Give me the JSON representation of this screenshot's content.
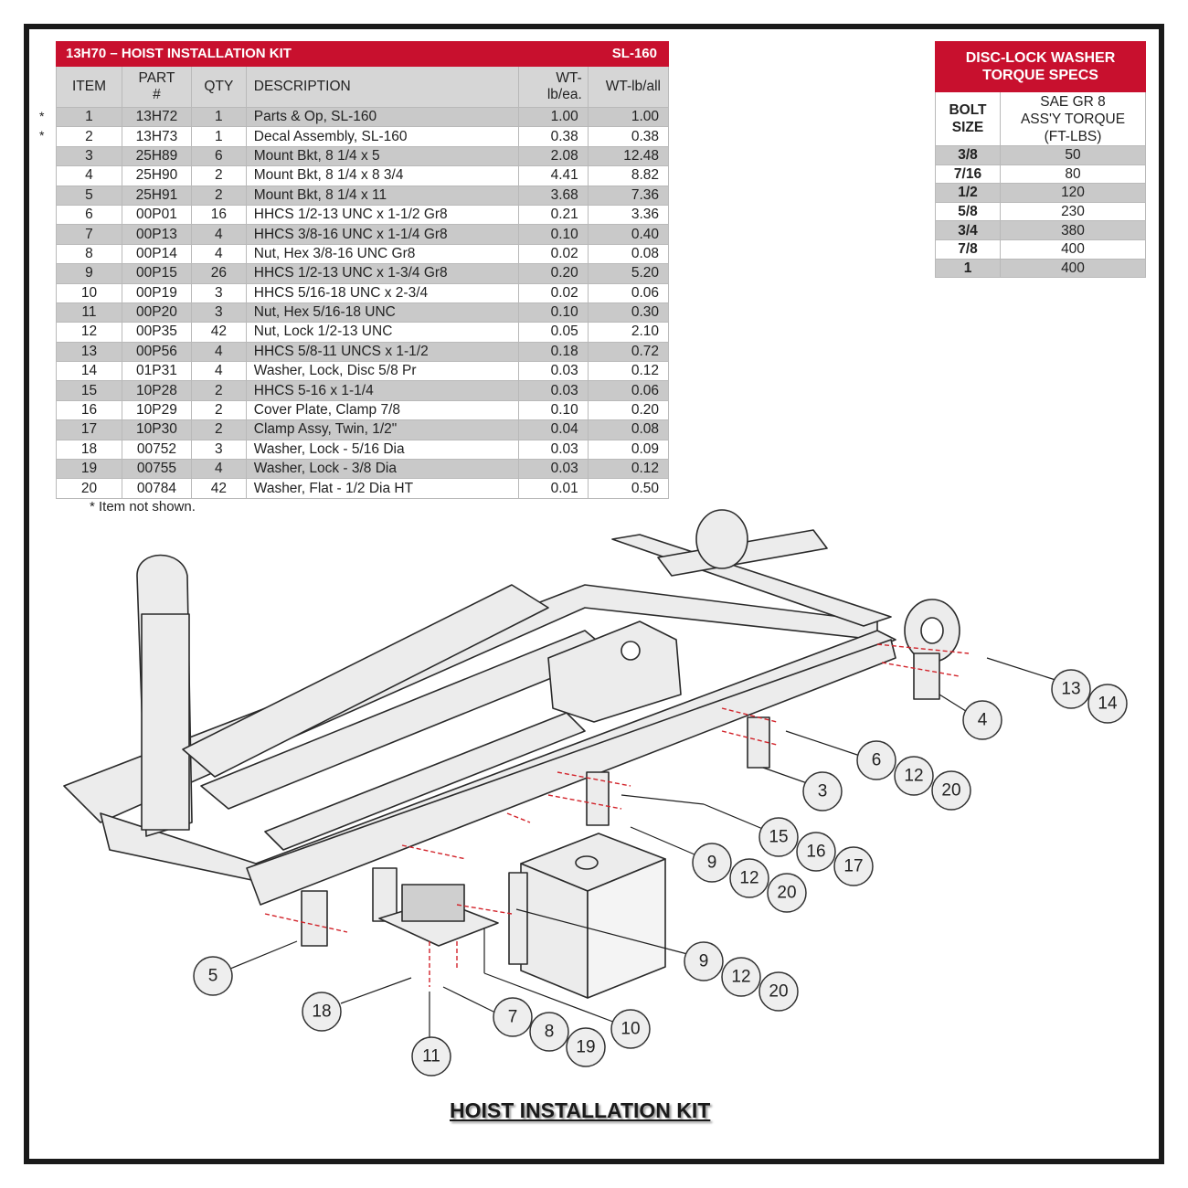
{
  "kit": {
    "title": "13H70 – HOIST INSTALLATION KIT",
    "model": "SL-160",
    "headers": {
      "item": "ITEM",
      "part_line1": "PART",
      "part_line2": "#",
      "qty": "QTY",
      "description": "DESCRIPTION",
      "wt_each_line1": "WT-",
      "wt_each_line2": "lb/ea.",
      "wt_all": "WT-lb/all"
    },
    "rows": [
      {
        "item": "1",
        "part": "13H72",
        "qty": "1",
        "description": "Parts & Op, SL-160",
        "wt_each": "1.00",
        "wt_all": "1.00",
        "mark": "*"
      },
      {
        "item": "2",
        "part": "13H73",
        "qty": "1",
        "description": "Decal Assembly, SL-160",
        "wt_each": "0.38",
        "wt_all": "0.38",
        "mark": "*"
      },
      {
        "item": "3",
        "part": "25H89",
        "qty": "6",
        "description": "Mount Bkt, 8 1/4 x 5",
        "wt_each": "2.08",
        "wt_all": "12.48"
      },
      {
        "item": "4",
        "part": "25H90",
        "qty": "2",
        "description": "Mount Bkt, 8 1/4 x 8 3/4",
        "wt_each": "4.41",
        "wt_all": "8.82"
      },
      {
        "item": "5",
        "part": "25H91",
        "qty": "2",
        "description": "Mount Bkt, 8 1/4 x 11",
        "wt_each": "3.68",
        "wt_all": "7.36"
      },
      {
        "item": "6",
        "part": "00P01",
        "qty": "16",
        "description": "HHCS 1/2-13 UNC x 1-1/2 Gr8",
        "wt_each": "0.21",
        "wt_all": "3.36"
      },
      {
        "item": "7",
        "part": "00P13",
        "qty": "4",
        "description": "HHCS 3/8-16 UNC x 1-1/4 Gr8",
        "wt_each": "0.10",
        "wt_all": "0.40"
      },
      {
        "item": "8",
        "part": "00P14",
        "qty": "4",
        "description": "Nut, Hex 3/8-16 UNC Gr8",
        "wt_each": "0.02",
        "wt_all": "0.08"
      },
      {
        "item": "9",
        "part": "00P15",
        "qty": "26",
        "description": "HHCS 1/2-13 UNC x 1-3/4 Gr8",
        "wt_each": "0.20",
        "wt_all": "5.20"
      },
      {
        "item": "10",
        "part": "00P19",
        "qty": "3",
        "description": "HHCS 5/16-18 UNC x 2-3/4",
        "wt_each": "0.02",
        "wt_all": "0.06"
      },
      {
        "item": "11",
        "part": "00P20",
        "qty": "3",
        "description": "Nut, Hex 5/16-18 UNC",
        "wt_each": "0.10",
        "wt_all": "0.30"
      },
      {
        "item": "12",
        "part": "00P35",
        "qty": "42",
        "description": "Nut, Lock 1/2-13 UNC",
        "wt_each": "0.05",
        "wt_all": "2.10"
      },
      {
        "item": "13",
        "part": "00P56",
        "qty": "4",
        "description": "HHCS 5/8-11 UNCS x 1-1/2",
        "wt_each": "0.18",
        "wt_all": "0.72"
      },
      {
        "item": "14",
        "part": "01P31",
        "qty": "4",
        "description": "Washer, Lock, Disc 5/8 Pr",
        "wt_each": "0.03",
        "wt_all": "0.12"
      },
      {
        "item": "15",
        "part": "10P28",
        "qty": "2",
        "description": "HHCS 5-16 x 1-1/4",
        "wt_each": "0.03",
        "wt_all": "0.06"
      },
      {
        "item": "16",
        "part": "10P29",
        "qty": "2",
        "description": "Cover Plate, Clamp 7/8",
        "wt_each": "0.10",
        "wt_all": "0.20"
      },
      {
        "item": "17",
        "part": "10P30",
        "qty": "2",
        "description": "Clamp Assy, Twin, 1/2\"",
        "wt_each": "0.04",
        "wt_all": "0.08"
      },
      {
        "item": "18",
        "part": "00752",
        "qty": "3",
        "description": "Washer, Lock - 5/16 Dia",
        "wt_each": "0.03",
        "wt_all": "0.09"
      },
      {
        "item": "19",
        "part": "00755",
        "qty": "4",
        "description": "Washer, Lock - 3/8 Dia",
        "wt_each": "0.03",
        "wt_all": "0.12"
      },
      {
        "item": "20",
        "part": "00784",
        "qty": "42",
        "description": "Washer, Flat - 1/2 Dia HT",
        "wt_each": "0.01",
        "wt_all": "0.50"
      }
    ],
    "footnote": "* Item not shown."
  },
  "torque": {
    "title_line1": "DISC-LOCK WASHER",
    "title_line2": "TORQUE SPECS",
    "bolt_line1": "BOLT",
    "bolt_line2": "SIZE",
    "sae_line1": "SAE GR 8",
    "sae_line2": "ASS'Y TORQUE",
    "sae_line3": "(FT-LBS)",
    "rows": [
      {
        "size": "3/8",
        "torque": "50"
      },
      {
        "size": "7/16",
        "torque": "80"
      },
      {
        "size": "1/2",
        "torque": "120"
      },
      {
        "size": "5/8",
        "torque": "230"
      },
      {
        "size": "3/4",
        "torque": "380"
      },
      {
        "size": "7/8",
        "torque": "400"
      },
      {
        "size": "1",
        "torque": "400"
      }
    ]
  },
  "callouts": [
    "13",
    "14",
    "4",
    "6",
    "12",
    "20",
    "3",
    "15",
    "16",
    "17",
    "9",
    "12",
    "20",
    "9",
    "12",
    "20",
    "5",
    "18",
    "7",
    "8",
    "19",
    "10",
    "11"
  ],
  "drawing_title": "HOIST INSTALLATION KIT",
  "colors": {
    "header_red": "#c8102e",
    "row_shade": "#c9c9c9",
    "frame": "#1a1a1a"
  }
}
